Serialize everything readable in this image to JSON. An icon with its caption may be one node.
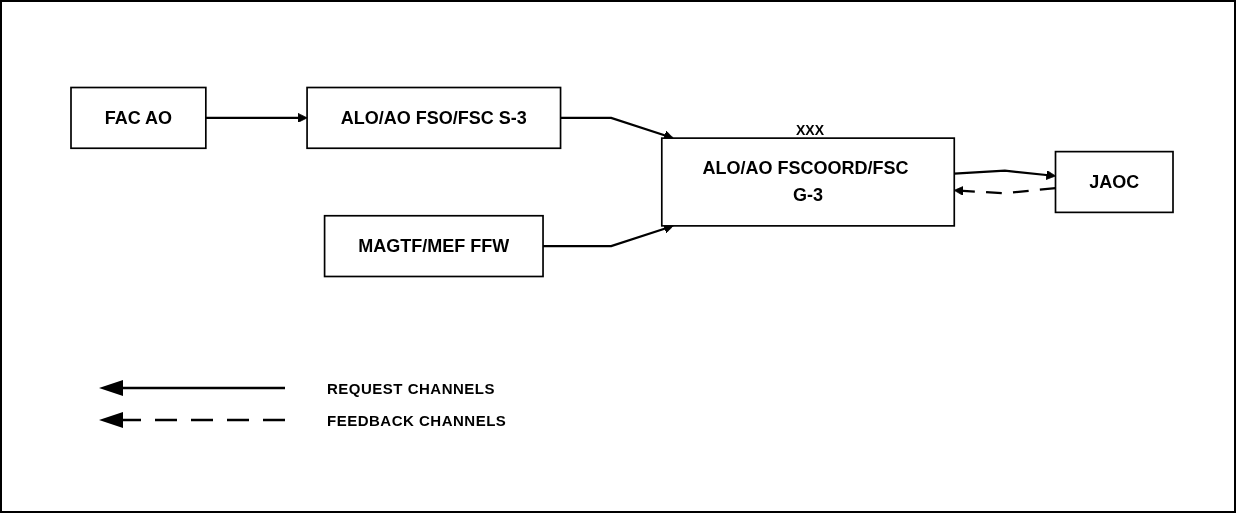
{
  "diagram": {
    "nodes": [
      {
        "text": [
          "FAC AO"
        ]
      },
      {
        "text": [
          "ALO/AO FSO/FSC S-3"
        ]
      },
      {
        "text": [
          "ALO/AO FSCOORD/FSC G-3"
        ],
        "beside": [
          "XXX"
        ]
      },
      {
        "text": [
          "JAOC"
        ]
      },
      {
        "text": [
          "MAGTF/MEF FFW"
        ]
      }
    ],
    "edges": [
      {
        "from": 0,
        "to": 1,
        "arrow": "to"
      },
      {
        "from": 1,
        "to": 2,
        "arrow": "to"
      },
      {
        "from": 2,
        "to": 3,
        "arrow": "to"
      },
      {
        "from": 3,
        "to": 2,
        "arrow": "to",
        "style": "dashed"
      },
      {
        "from": 4,
        "to": 2,
        "arrow": "to"
      }
    ],
    "legend": [
      {
        "text": "REQUEST CHANNELS"
      },
      {
        "text": "FEEDBACK CHANNELS"
      }
    ]
  }
}
